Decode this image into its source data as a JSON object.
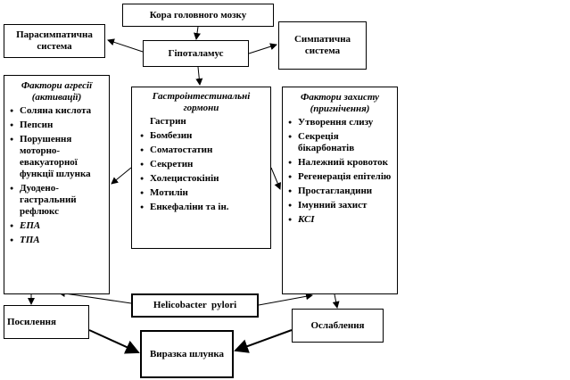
{
  "cortex": "Кора головного мозку",
  "parasympathetic": "Парасимпатична система",
  "hypothalamus": "Гіпоталамус",
  "sympathetic": "Симпатична система",
  "aggression": {
    "title": "Фактори агресії (активації)",
    "items": [
      "Соляна кислота",
      "Пепсин",
      "Порушення моторно-евакуаторної функції шлунка",
      "Дуодено-гастральний рефлюкс",
      "ЕПА",
      "ТПА"
    ]
  },
  "hormones": {
    "title": "Гастроінтестинальні гормони",
    "first": "Гастрин",
    "items": [
      "Бомбезин",
      "Соматостатин",
      "Секретин",
      "Холецистокінін",
      "Мотилін",
      "Енкефаліни та ін."
    ]
  },
  "protection": {
    "title": "Фактори захисту (пригнічення)",
    "items": [
      "Утворення слизу",
      "Секреція бікарбонатів",
      "Належний кровоток",
      "Регенерація епітелію",
      "Простагландини",
      "Імунний захист",
      "КСІ"
    ]
  },
  "helicobacter": "Helicobacter  pylori",
  "strengthening": "Посилення",
  "ulcer": "Виразка шлунка",
  "weakening": "Ослаблення"
}
